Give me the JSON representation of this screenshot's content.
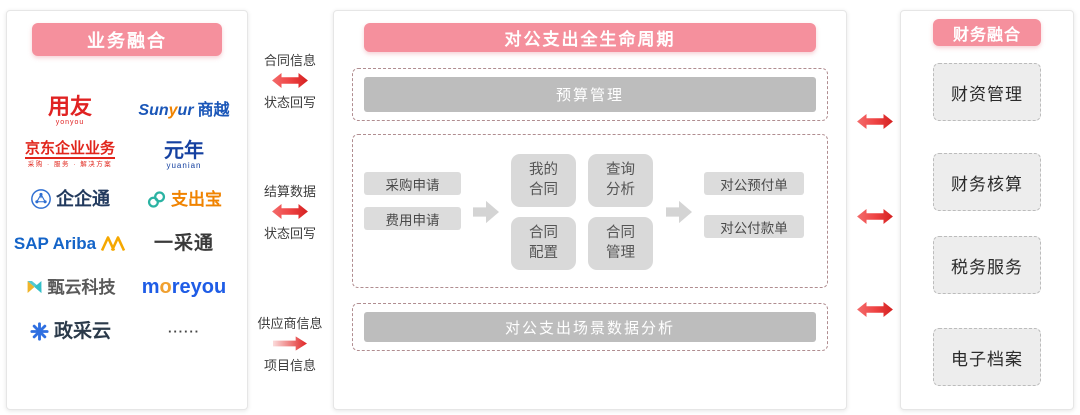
{
  "left_panel": {
    "title": "业务融合",
    "logos": {
      "yonyou": {
        "text": "用友",
        "sub": "yonyou"
      },
      "sunyur": {
        "p1": "Sun",
        "p2": "y",
        "p3": "ur",
        "p4": "商越"
      },
      "jd": {
        "text": "京东企业业务",
        "sub": "采购 · 服务 · 解决方案"
      },
      "yuanian": {
        "text": "元年",
        "sub": "yuanian"
      },
      "qiqitong": {
        "text": "企企通"
      },
      "zhichubao": {
        "text": "支出宝"
      },
      "sap_ariba": {
        "text": "SAP Ariba"
      },
      "yicaitong": {
        "text": "一采通"
      },
      "zhenyun": {
        "text": "甄云科技"
      },
      "moreyou": {
        "p1": "m",
        "p2": "o",
        "p3": "reyou"
      },
      "zhengcaiyun": {
        "text": "政采云"
      },
      "more": {
        "text": "······"
      }
    }
  },
  "connectors_left": {
    "contract": {
      "top": "合同信息",
      "bottom": "状态回写"
    },
    "settlement": {
      "top": "结算数据",
      "bottom": "状态回写"
    },
    "supplier": {
      "top": "供应商信息",
      "bottom": "项目信息"
    }
  },
  "center_panel": {
    "title": "对公支出全生命周期",
    "budget_bar": "预算管理",
    "flow": {
      "inputs": [
        "采购申请",
        "费用申请"
      ],
      "middle": [
        "我的合同",
        "查询分析",
        "合同配置",
        "合同管理"
      ],
      "outputs": [
        "对公预付单",
        "对公付款单"
      ]
    },
    "analysis_bar": "对公支出场景数据分析"
  },
  "right_panel": {
    "title": "财务融合",
    "items": [
      "财资管理",
      "财务核算",
      "税务服务",
      "电子档案"
    ]
  },
  "colors": {
    "header_pink": "#f5909d",
    "arrow_red": "#e02424",
    "arrow_red_light": "#f36c6c",
    "dashed_border_red": "#b08d90",
    "bar_gray": "#bdbdbd",
    "flow_box_gray": "#dcdcdc",
    "right_box_gray": "#ededed"
  }
}
